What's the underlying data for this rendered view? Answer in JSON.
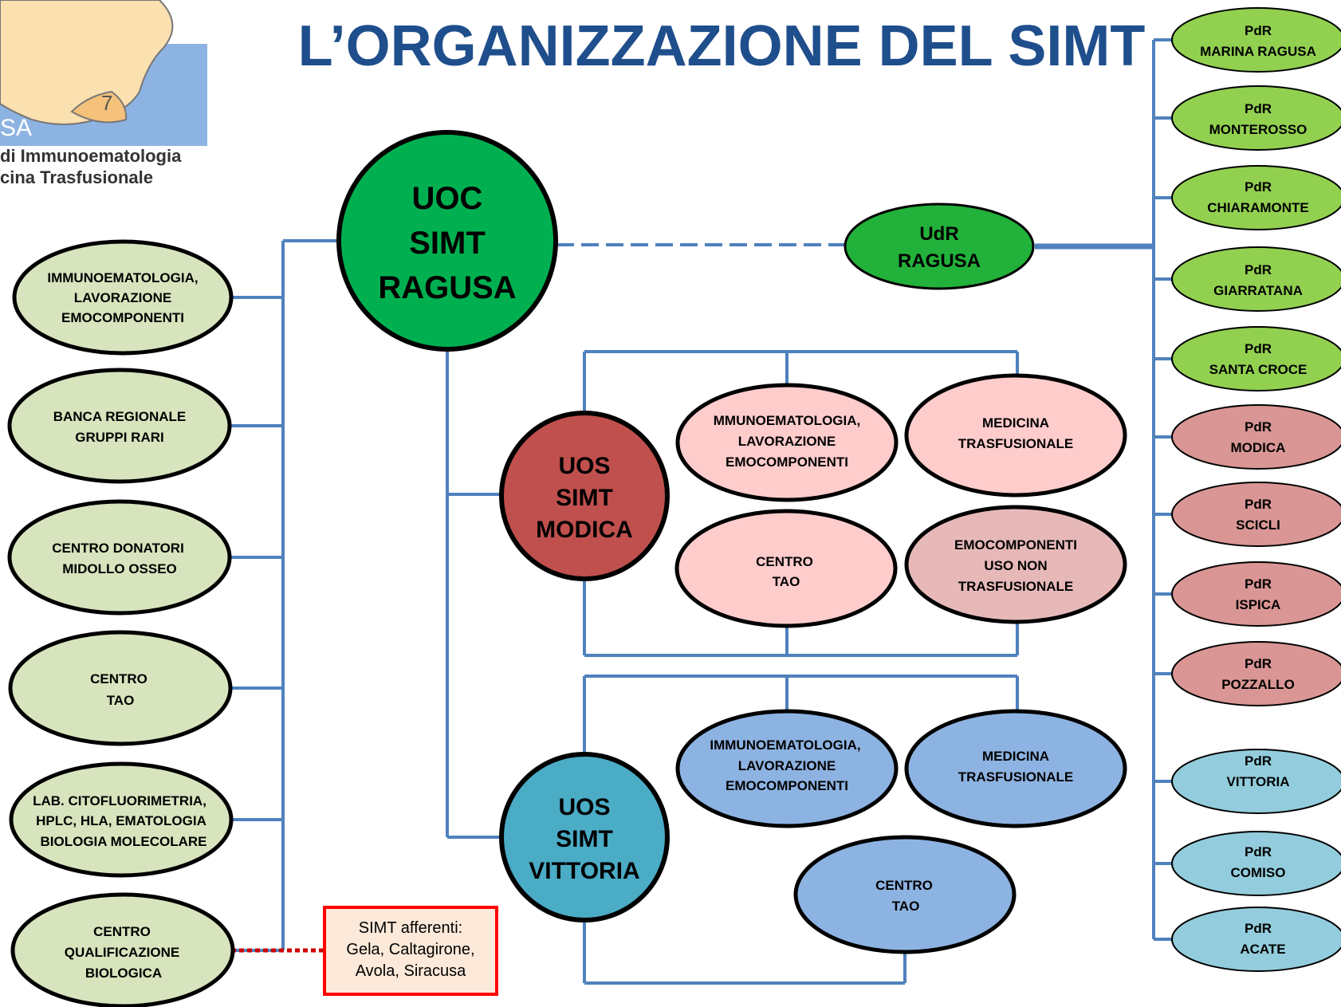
{
  "title": "L’ORGANIZZAZIONE DEL SIMT",
  "logo": {
    "region_number": "7",
    "region_fragment": "SA",
    "caption_line1": "di Immunoematologia",
    "caption_line2": "cina Trasfusionale"
  },
  "colors": {
    "title": "#1f4e8c",
    "connector": "#4f81bd",
    "uoc": "#00b050",
    "udr": "#22b13a",
    "uos_modica": "#c0504d",
    "uos_vittoria": "#4bacc6",
    "uoc_unit": "#d7e4bd",
    "modica_unit": "#ffcccc",
    "modica_unit_alt": "#e6b9b8",
    "vittoria_unit": "#8db3e2",
    "pdr_green": "#92d050",
    "pdr_red": "#d99694",
    "pdr_blue": "#93cddd",
    "note_border": "#ff0000",
    "note_fill": "#fde9d9"
  },
  "nodes": {
    "uoc": [
      "UOC",
      "SIMT",
      "RAGUSA"
    ],
    "udr": [
      "UdR",
      "RAGUSA"
    ],
    "uos_modica": [
      "UOS",
      "SIMT",
      "MODICA"
    ],
    "uos_vittoria": [
      "UOS",
      "SIMT",
      "VITTORIA"
    ]
  },
  "uoc_units": [
    [
      "IMMUNOEMATOLOGIA,",
      "LAVORAZIONE",
      "EMOCOMPONENTI"
    ],
    [
      "BANCA REGIONALE",
      "GRUPPI RARI"
    ],
    [
      "CENTRO DONATORI",
      "MIDOLLO OSSEO"
    ],
    [
      "CENTRO",
      "TAO"
    ],
    [
      "LAB. CITOFLUORIMETRIA,",
      "HPLC, HLA, EMATOLOGIA",
      "BIOLOGIA MOLECOLARE"
    ],
    [
      "CENTRO",
      "QUALIFICAZIONE",
      "BIOLOGICA"
    ]
  ],
  "modica_units": [
    [
      "MMUNOEMATOLOGIA,",
      "LAVORAZIONE",
      "EMOCOMPONENTI"
    ],
    [
      "MEDICINA",
      "TRASFUSIONALE"
    ],
    [
      "CENTRO",
      "TAO"
    ],
    [
      "EMOCOMPONENTI",
      "USO NON",
      "TRASFUSIONALE"
    ]
  ],
  "vittoria_units": [
    [
      "IMMUNOEMATOLOGIA,",
      "LAVORAZIONE",
      "EMOCOMPONENTI"
    ],
    [
      "MEDICINA",
      "TRASFUSIONALE"
    ],
    [
      "CENTRO",
      "TAO"
    ]
  ],
  "pdr": [
    [
      "PdR",
      "MARINA RAGUSA"
    ],
    [
      "PdR",
      "MONTEROSSO"
    ],
    [
      "PdR",
      "CHIARAMONTE"
    ],
    [
      "PdR",
      "GIARRATANA"
    ],
    [
      "PdR",
      "SANTA CROCE"
    ],
    [
      "PdR",
      "MODICA"
    ],
    [
      "PdR",
      "SCICLI"
    ],
    [
      "PdR",
      "ISPICA"
    ],
    [
      "PdR",
      "POZZALLO"
    ],
    [
      "PdR",
      "VITTORIA"
    ],
    [
      "PdR",
      "COMISO"
    ],
    [
      "PdR",
      "ACATE"
    ]
  ],
  "note": [
    "SIMT afferenti:",
    "Gela, Caltagirone,",
    "Avola, Siracusa"
  ]
}
